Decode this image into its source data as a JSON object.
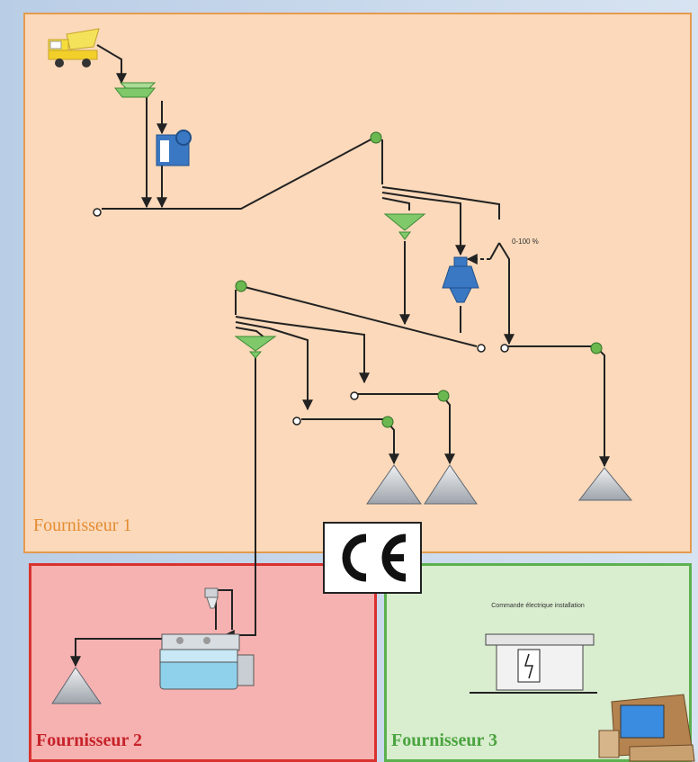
{
  "panels": {
    "supplier_1": {
      "label": "Fournisseur 1"
    },
    "supplier_2": {
      "label": "Fournisseur 2"
    },
    "supplier_3": {
      "label": "Fournisseur 3"
    }
  },
  "annotations": {
    "range": "0-100 %",
    "electrical_control": "Commande électrique installation"
  },
  "marks": {
    "ce": "CE"
  },
  "colors": {
    "panel1_bg": "#fbd9ba",
    "panel1_border": "#e59a4e",
    "panel2_bg": "#f6b2b1",
    "panel2_border": "#d9322e",
    "panel3_bg": "#d9edcf",
    "panel3_border": "#5cb14f",
    "screen_green": "#8fd17a",
    "crusher_blue": "#3a78c4",
    "stockpile_gray": "#b8bcc2"
  }
}
